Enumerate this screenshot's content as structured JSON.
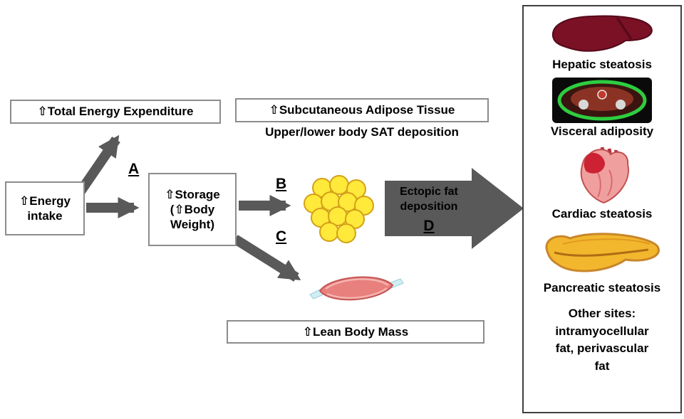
{
  "nodes": {
    "energy_intake": "⇧Energy\nintake",
    "total_energy_expenditure": "⇧Total Energy Expenditure",
    "subcutaneous_adipose_tissue": "⇧Subcutaneous Adipose Tissue",
    "sat_deposition_note": "Upper/lower body SAT deposition",
    "storage": "⇧Storage\n(⇧Body\nWeight)",
    "lean_body_mass": "⇧Lean Body Mass"
  },
  "arrows": {
    "a_label": "A",
    "b_label": "B",
    "c_label": "C",
    "d_label": "D",
    "ectopic_label": "Ectopic fat\ndeposition"
  },
  "right_panel": {
    "items": [
      {
        "icon": "liver-icon",
        "label": "Hepatic steatosis"
      },
      {
        "icon": "ct-scan-icon",
        "label": "Visceral adiposity"
      },
      {
        "icon": "heart-icon",
        "label": "Cardiac steatosis"
      },
      {
        "icon": "pancreas-icon",
        "label": "Pancreatic steatosis"
      }
    ],
    "other_sites": "Other sites:\nintramyocellular\nfat, perivascular\nfat"
  },
  "icons": {
    "fat_cells": "fat-cells-icon",
    "muscle": "muscle-icon"
  },
  "colors": {
    "arrow_gray": "#595959",
    "box_border": "#8c8c8c",
    "panel_border": "#3f3f3f",
    "fat_yellow": "#ffe93a",
    "ct_green": "#2ecc40",
    "liver_maroon": "#7a1124",
    "pancreas_orange": "#f3b72e",
    "muscle_pink": "#e8807d",
    "text_black": "#000000"
  }
}
